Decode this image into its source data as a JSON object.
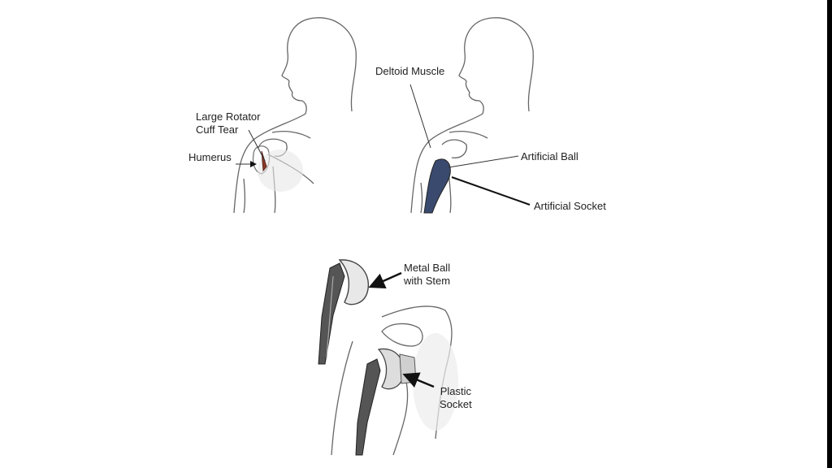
{
  "colors": {
    "outline": "#555555",
    "implant_blue": "#3a4a6e",
    "metal_gray": "#8e8e8e",
    "background": "#ffffff"
  },
  "panel_before": {
    "labels": {
      "rotator_line1": "Large Rotator",
      "rotator_line2": "Cuff Tear",
      "humerus": "Humerus"
    }
  },
  "panel_after": {
    "labels": {
      "deltoid": "Deltoid Muscle",
      "ball": "Artificial Ball",
      "socket": "Artificial Socket"
    }
  },
  "panel_implant": {
    "labels": {
      "metal_line1": "Metal Ball",
      "metal_line2": "with Stem",
      "plastic_line1": "Plastic",
      "plastic_line2": "Socket"
    }
  }
}
